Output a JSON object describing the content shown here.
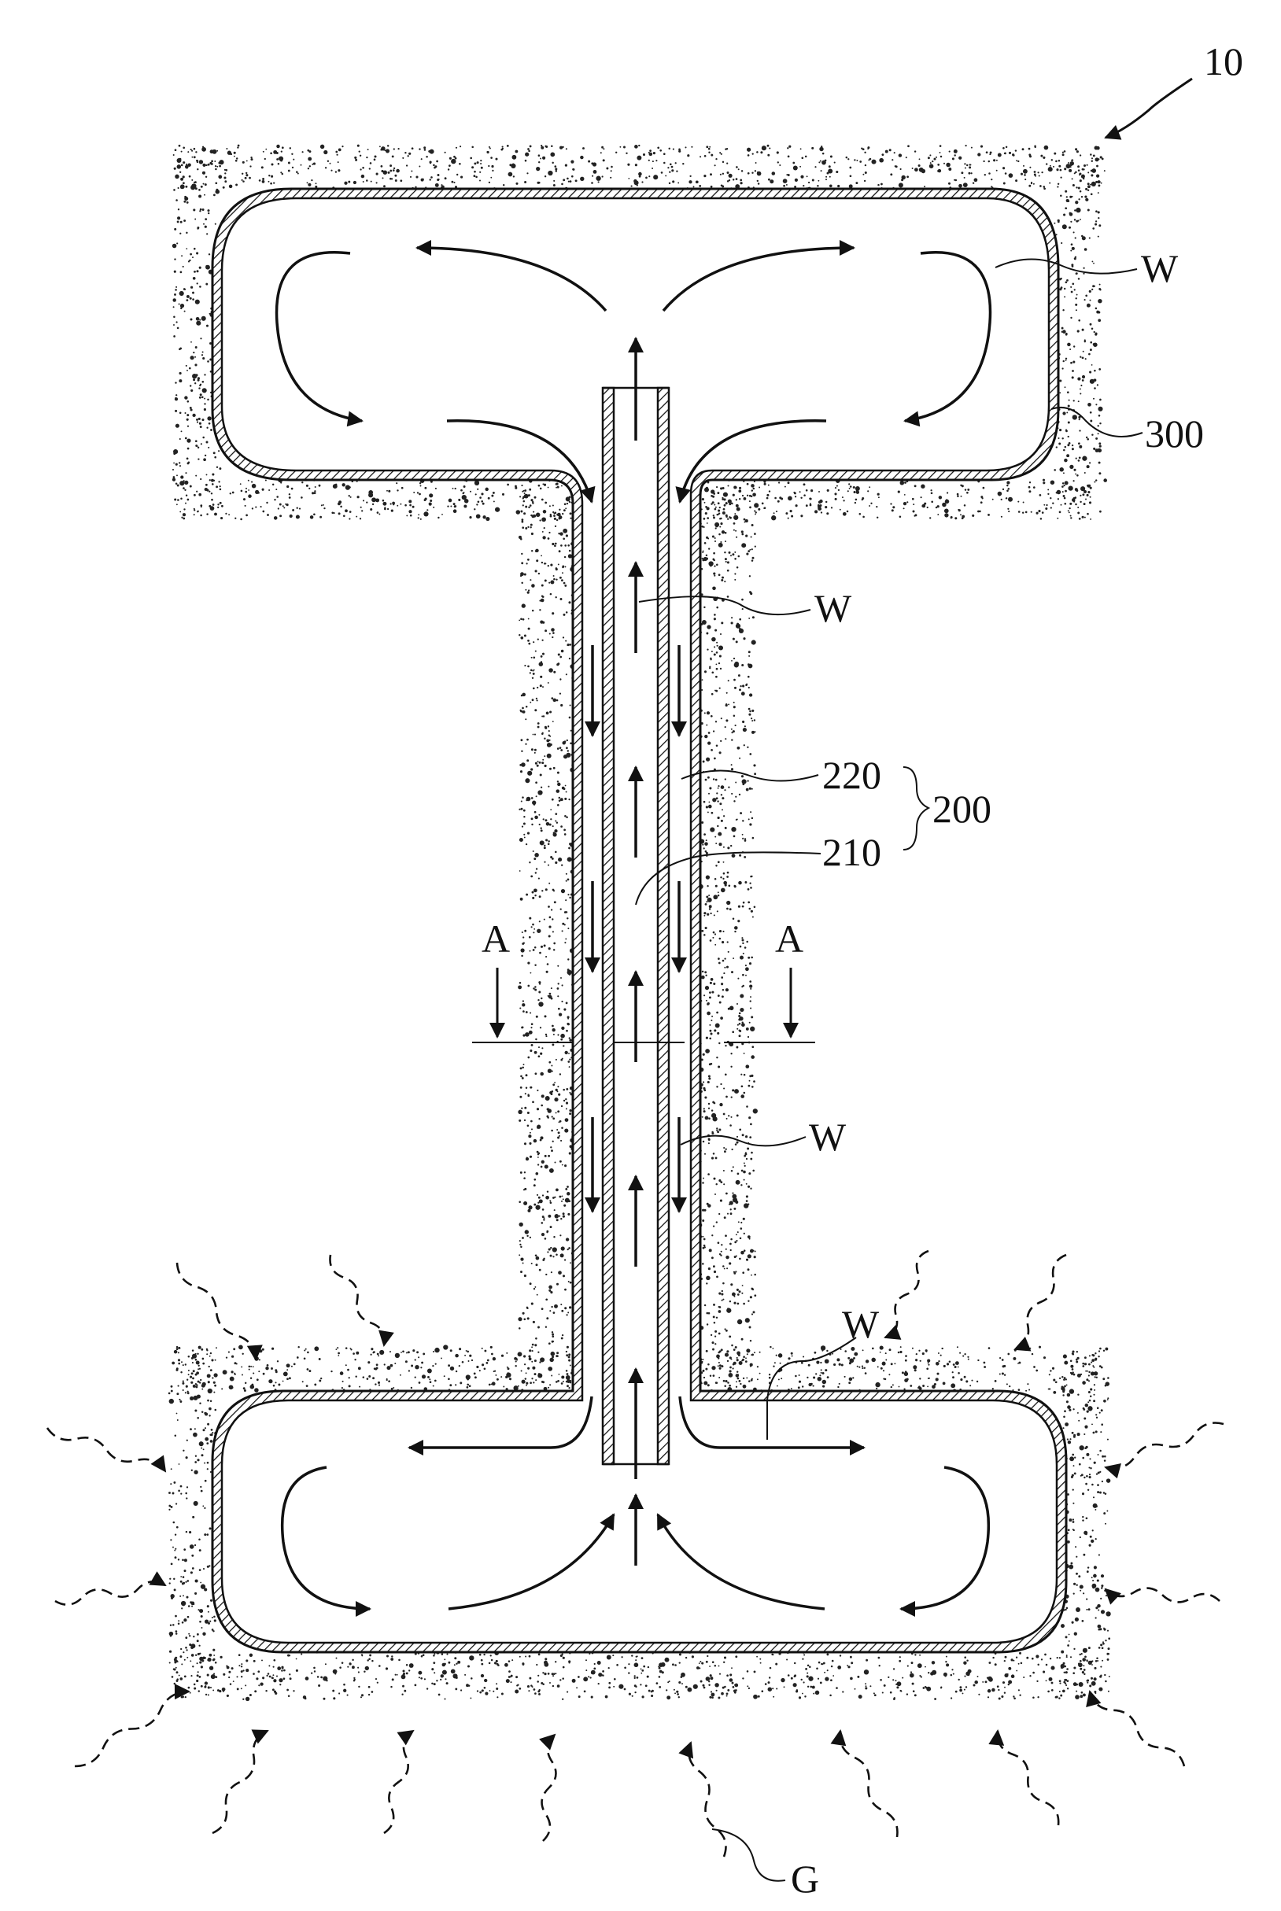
{
  "figure": {
    "reference_numeral": "10",
    "colors": {
      "ink": "#111111",
      "paper": "#ffffff",
      "insulation_speckle": "#222222"
    },
    "labels": {
      "W_top": "W",
      "label_300": "300",
      "W_upper_middle": "W",
      "label_220": "220",
      "label_200": "200",
      "label_210": "210",
      "A_left": "A",
      "A_right": "A",
      "W_lower_middle": "W",
      "W_bottom": "W",
      "G": "G"
    }
  }
}
